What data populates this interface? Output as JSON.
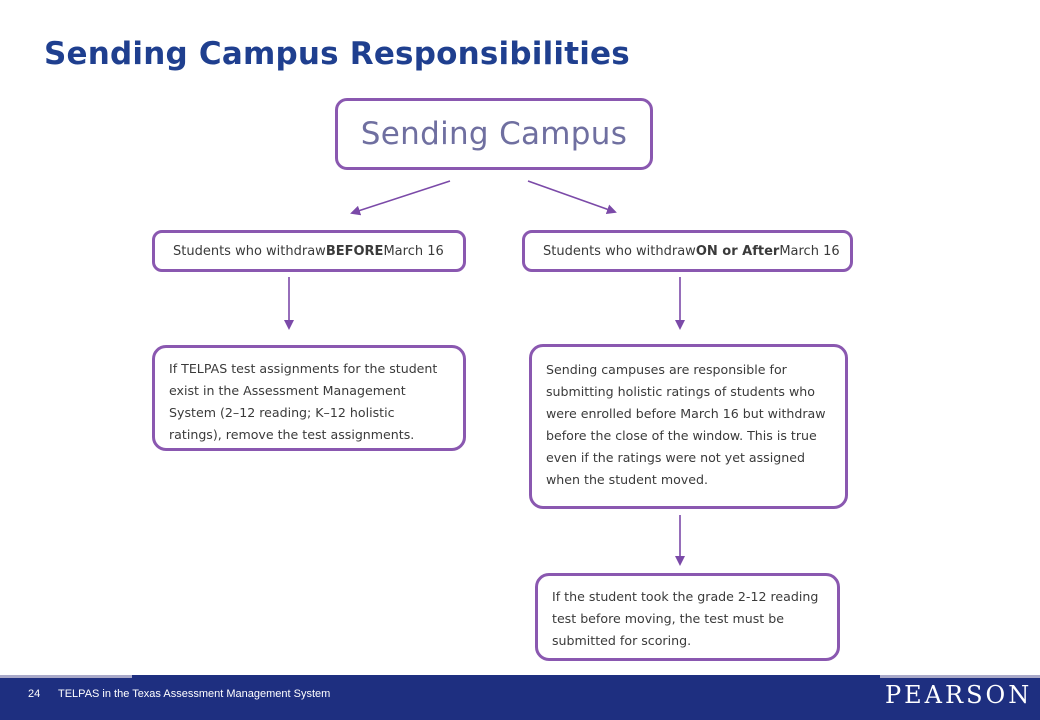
{
  "slide": {
    "title": "Sending Campus Responsibilities"
  },
  "diagram": {
    "root": "Sending Campus",
    "left_branch": {
      "header_pre": "Students who withdraw ",
      "header_emphasis": "BEFORE",
      "header_post": " March 16",
      "action": "If TELPAS test assignments for the student exist in the Assessment Management System (2–12 reading; K–12 holistic ratings), remove the test assignments."
    },
    "right_branch": {
      "header_pre": "Students who withdraw ",
      "header_emphasis": "ON or After",
      "header_post": " March 16",
      "action": "Sending campuses are responsible for submitting holistic ratings of students who were enrolled before March 16 but withdraw before the close of the window. This is true even if the ratings were not yet assigned when the student moved.",
      "followup": "If the student took the grade 2-12 reading test before moving, the test must be submitted for scoring."
    },
    "colors": {
      "box_border": "#8a58b0",
      "arrow": "#7b4aa8",
      "title": "#1f3f8f"
    }
  },
  "footer": {
    "page_number": "24",
    "text": "TELPAS in the Texas Assessment Management System",
    "logo": "PEARSON",
    "background": "#1e2f80"
  }
}
